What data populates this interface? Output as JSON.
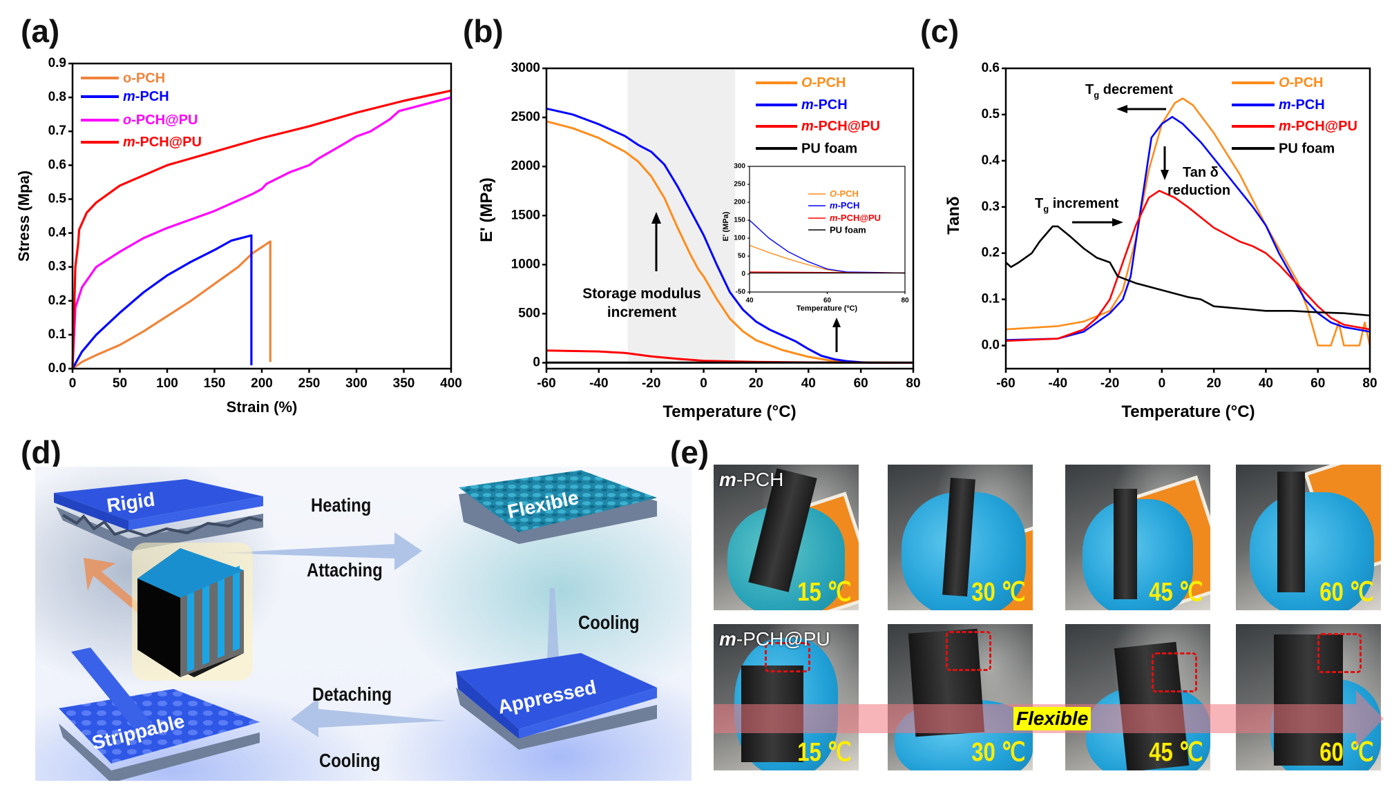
{
  "panels": {
    "a": "(a)",
    "b": "(b)",
    "c": "(c)",
    "d": "(d)",
    "e": "(e)"
  },
  "chart_data": [
    {
      "id": "a",
      "type": "line",
      "xlabel": "Strain (%)",
      "ylabel": "Stress (Mpa)",
      "xlim": [
        0,
        400
      ],
      "ylim": [
        0,
        0.9
      ],
      "xticks": [
        "0",
        "50",
        "100",
        "150",
        "200",
        "250",
        "300",
        "350",
        "400"
      ],
      "yticks": [
        "0.0",
        "0.1",
        "0.2",
        "0.3",
        "0.4",
        "0.5",
        "0.6",
        "0.7",
        "0.8",
        "0.9"
      ],
      "legend": "top-left",
      "series": [
        {
          "name": "o-PCH",
          "italic_prefix": false,
          "color": "#f0843a",
          "x": [
            0,
            10,
            25,
            50,
            75,
            100,
            125,
            150,
            175,
            190,
            209,
            209
          ],
          "y": [
            0,
            0.02,
            0.04,
            0.07,
            0.11,
            0.155,
            0.2,
            0.25,
            0.3,
            0.34,
            0.375,
            0.02
          ]
        },
        {
          "name": "m-PCH",
          "italic_prefix": true,
          "color": "#0000ff",
          "x": [
            0,
            10,
            25,
            50,
            75,
            100,
            125,
            150,
            168,
            189,
            189
          ],
          "y": [
            0,
            0.05,
            0.1,
            0.165,
            0.225,
            0.275,
            0.315,
            0.35,
            0.378,
            0.393,
            0.01
          ]
        },
        {
          "name": "o-PCH@PU",
          "italic_prefix": true,
          "color": "#ff00ff",
          "x": [
            0,
            3,
            10,
            25,
            50,
            75,
            100,
            150,
            190,
            200,
            205,
            230,
            250,
            260,
            285,
            300,
            315,
            335,
            345,
            400
          ],
          "y": [
            0,
            0.18,
            0.24,
            0.3,
            0.345,
            0.385,
            0.415,
            0.465,
            0.515,
            0.53,
            0.545,
            0.58,
            0.6,
            0.62,
            0.66,
            0.685,
            0.7,
            0.735,
            0.76,
            0.8
          ]
        },
        {
          "name": "m-PCH@PU",
          "italic_prefix": true,
          "color": "#ff0000",
          "x": [
            0,
            3,
            6,
            7,
            15,
            25,
            50,
            100,
            150,
            200,
            250,
            300,
            350,
            400
          ],
          "y": [
            0,
            0.3,
            0.37,
            0.41,
            0.46,
            0.49,
            0.54,
            0.6,
            0.64,
            0.68,
            0.715,
            0.755,
            0.79,
            0.82
          ]
        }
      ]
    },
    {
      "id": "b",
      "type": "line",
      "xlabel": "Temperature (°C)",
      "ylabel": "E' (MPa)",
      "xlim": [
        -60,
        80
      ],
      "ylim": [
        -60,
        3000
      ],
      "xticks": [
        "-60",
        "-40",
        "-20",
        "0",
        "20",
        "40",
        "60",
        "80"
      ],
      "yticks": [
        "0",
        "500",
        "1000",
        "1500",
        "2000",
        "2500",
        "3000"
      ],
      "legend": "top-right",
      "shaded_region": [
        -29,
        12
      ],
      "series": [
        {
          "name": "O-PCH",
          "italic_prefix": true,
          "color": "#ff8c1a",
          "x": [
            -60,
            -50,
            -40,
            -30,
            -25,
            -20,
            -15,
            -10,
            -5,
            -2,
            0,
            5,
            10,
            15,
            20,
            30,
            40,
            50,
            55,
            80
          ],
          "y": [
            2460,
            2390,
            2290,
            2150,
            2050,
            1900,
            1680,
            1380,
            1100,
            950,
            880,
            650,
            450,
            320,
            230,
            130,
            60,
            15,
            5,
            0
          ]
        },
        {
          "name": "m-PCH",
          "italic_prefix": true,
          "color": "#0000ff",
          "x": [
            -60,
            -50,
            -40,
            -30,
            -25,
            -20,
            -15,
            -10,
            -5,
            0,
            5,
            10,
            15,
            20,
            25,
            30,
            35,
            40,
            45,
            50,
            55,
            60,
            64,
            80
          ],
          "y": [
            2590,
            2530,
            2430,
            2310,
            2220,
            2150,
            2020,
            1800,
            1550,
            1300,
            1000,
            720,
            540,
            420,
            340,
            280,
            220,
            140,
            70,
            35,
            15,
            5,
            0,
            0
          ]
        },
        {
          "name": "m-PCH@PU",
          "italic_prefix": true,
          "color": "#ff0000",
          "x": [
            -60,
            -40,
            -30,
            -20,
            -10,
            0,
            20,
            40,
            80
          ],
          "y": [
            125,
            115,
            100,
            65,
            40,
            20,
            8,
            3,
            0
          ]
        },
        {
          "name": "PU foam",
          "italic_prefix": false,
          "color": "#000000",
          "x": [
            -60,
            80
          ],
          "y": [
            2,
            2
          ]
        }
      ],
      "annotations": {
        "line1": "Storage modulus",
        "line2": "increment"
      }
    },
    {
      "id": "b-inset",
      "type": "line",
      "xlabel": "Temperature (ºC)",
      "ylabel": "E' (MPa)",
      "xlim": [
        40,
        80
      ],
      "ylim": [
        -50,
        300
      ],
      "xticks": [
        "40",
        "60",
        "80"
      ],
      "yticks": [
        "-50",
        "0",
        "50",
        "100",
        "150",
        "200",
        "250",
        "300"
      ],
      "legend": "center-right",
      "series": [
        {
          "name": "O-PCH",
          "italic_prefix": true,
          "color": "#ff8c1a",
          "x": [
            40,
            45,
            50,
            55,
            60,
            65,
            80
          ],
          "y": [
            80,
            60,
            42,
            26,
            12,
            5,
            3
          ]
        },
        {
          "name": "m-PCH",
          "italic_prefix": true,
          "color": "#0000ff",
          "x": [
            40,
            45,
            50,
            55,
            60,
            65,
            80
          ],
          "y": [
            150,
            100,
            62,
            35,
            14,
            6,
            3
          ]
        },
        {
          "name": "m-PCH@PU",
          "italic_prefix": true,
          "color": "#ff0000",
          "x": [
            40,
            80
          ],
          "y": [
            6,
            3
          ]
        },
        {
          "name": "PU foam",
          "italic_prefix": false,
          "color": "#000000",
          "x": [
            40,
            80
          ],
          "y": [
            3,
            3
          ]
        }
      ]
    },
    {
      "id": "c",
      "type": "line",
      "xlabel": "Temperature (°C)",
      "ylabel": "Tanδ",
      "xlim": [
        -60,
        80
      ],
      "ylim": [
        -0.05,
        0.6
      ],
      "xticks": [
        "-60",
        "-40",
        "-20",
        "0",
        "20",
        "40",
        "60",
        "80"
      ],
      "yticks": [
        "0.0",
        "0.1",
        "0.2",
        "0.3",
        "0.4",
        "0.5",
        "0.6"
      ],
      "legend": "top-right",
      "series": [
        {
          "name": "O-PCH",
          "italic_prefix": true,
          "color": "#ff8c1a",
          "x": [
            -60,
            -40,
            -30,
            -20,
            -15,
            -10,
            -5,
            0,
            5,
            8,
            12,
            20,
            30,
            40,
            45,
            52,
            56,
            58,
            60,
            65,
            68,
            70,
            76,
            78,
            80
          ],
          "y": [
            0.035,
            0.042,
            0.052,
            0.075,
            0.12,
            0.23,
            0.38,
            0.48,
            0.525,
            0.535,
            0.52,
            0.46,
            0.37,
            0.26,
            0.21,
            0.14,
            0.08,
            0.04,
            0,
            0,
            0.05,
            0,
            0,
            0.05,
            0
          ]
        },
        {
          "name": "m-PCH",
          "italic_prefix": true,
          "color": "#0000ff",
          "x": [
            -60,
            -40,
            -30,
            -25,
            -20,
            -15,
            -12,
            -8,
            -4,
            0,
            4,
            8,
            15,
            25,
            35,
            40,
            45,
            50,
            55,
            60,
            65,
            70,
            75,
            80
          ],
          "y": [
            0.012,
            0.015,
            0.03,
            0.05,
            0.07,
            0.1,
            0.15,
            0.3,
            0.45,
            0.48,
            0.495,
            0.48,
            0.44,
            0.37,
            0.3,
            0.26,
            0.2,
            0.15,
            0.1,
            0.07,
            0.05,
            0.04,
            0.035,
            0.03
          ]
        },
        {
          "name": "m-PCH@PU",
          "italic_prefix": true,
          "color": "#ff0000",
          "x": [
            -60,
            -40,
            -30,
            -25,
            -20,
            -15,
            -10,
            -5,
            -1,
            5,
            10,
            20,
            30,
            35,
            40,
            45,
            50,
            55,
            60,
            65,
            70,
            80
          ],
          "y": [
            0.01,
            0.015,
            0.035,
            0.06,
            0.1,
            0.18,
            0.26,
            0.32,
            0.335,
            0.32,
            0.3,
            0.255,
            0.225,
            0.215,
            0.2,
            0.175,
            0.145,
            0.115,
            0.085,
            0.06,
            0.045,
            0.035
          ]
        },
        {
          "name": "PU foam",
          "italic_prefix": false,
          "color": "#000000",
          "x": [
            -60,
            -58,
            -55,
            -50,
            -47,
            -42,
            -40,
            -35,
            -30,
            -25,
            -20,
            -17,
            -10,
            0,
            10,
            15,
            20,
            30,
            40,
            50,
            60,
            70,
            80
          ],
          "y": [
            0.18,
            0.17,
            0.18,
            0.2,
            0.225,
            0.258,
            0.258,
            0.235,
            0.21,
            0.19,
            0.18,
            0.15,
            0.135,
            0.12,
            0.105,
            0.1,
            0.085,
            0.08,
            0.075,
            0.075,
            0.072,
            0.07,
            0.065
          ]
        }
      ],
      "annotations": {
        "tg_decrement": {
          "T": "T",
          "sub": "g",
          "rest": " decrement"
        },
        "tg_increment": {
          "T": "T",
          "sub": "g",
          "rest": " increment"
        },
        "tan_line1": "Tan δ",
        "tan_line2": "reduction"
      }
    }
  ],
  "panel_d": {
    "plates": {
      "rigid": "Rigid",
      "flexible": "Flexible",
      "appressed": "Appressed",
      "strippable": "Strippable"
    },
    "steps": {
      "heating": "Heating",
      "attaching": "Attaching",
      "cooling_right": "Cooling",
      "detaching": "Detaching",
      "cooling_bottom": "Cooling"
    }
  },
  "panel_e": {
    "rows": [
      {
        "prefix": "m",
        "rest": "-PCH"
      },
      {
        "prefix": "m",
        "rest": "-PCH@PU"
      }
    ],
    "temperatures": [
      "15 ℃",
      "30 ℃",
      "45 ℃",
      "60 ℃"
    ],
    "band_label": "Flexible"
  }
}
